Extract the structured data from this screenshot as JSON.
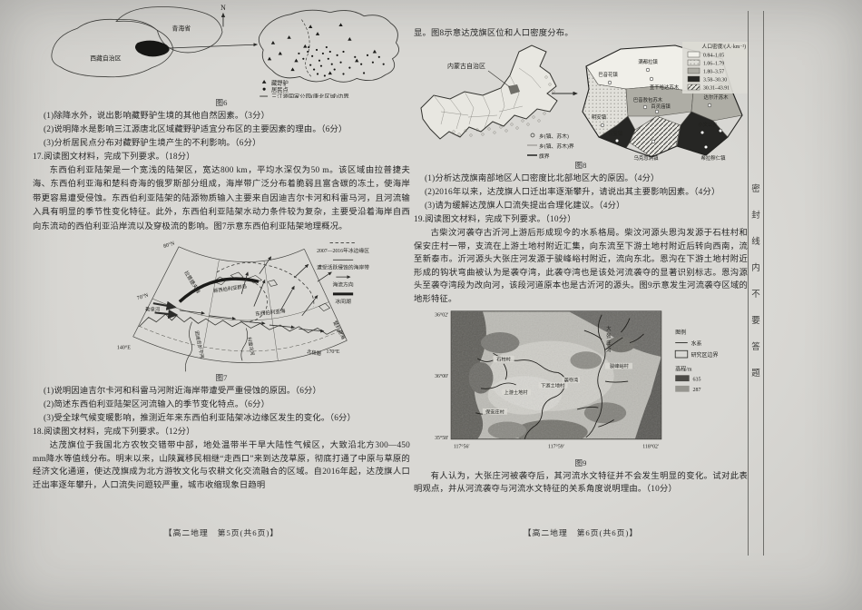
{
  "doc": {
    "left": {
      "q16_parts": [
        "(1)除降水外，说出影响藏野驴生境的其他自然因素。（3分）",
        "(2)说明降水是影响三江源唐北区域藏野驴适宜分布区的主要因素的理由。（6分）",
        "(3)分析居民点分布对藏野驴生境产生的不利影响。（6分）"
      ],
      "q17_heading": "17.阅读图文材料，完成下列要求。（18分）",
      "q17_para": "东西伯利亚陆架是一个宽浅的陆架区，宽达800 km，平均水深仅为50 m。该区域由拉普捷夫海、东西伯利亚海和楚科奇海的俄罗斯部分组成，海岸带广泛分布着脆弱且富含碳的冻土，使海岸带更容易遭受侵蚀。东西伯利亚陆架的陆源物质输入主要来自因迪吉尔卡河和科雷马河，且河流输入具有明显的季节性变化特征。此外，东西伯利亚陆架水动力条件较为复杂，主要受沿着海岸自西向东流动的西伯利亚沿岸流以及穿极流的影响。图7示意东西伯利亚陆架地理概况。",
      "q17_parts": [
        "(1)说明因迪吉尔卡河和科雷马河附近海岸带遭受严重侵蚀的原因。（6分）",
        "(2)简述东西伯利亚陆架区河流输入的季节变化特点。（6分）",
        "(3)受全球气候变暖影响，推测近年来东西伯利亚陆架冰边缘区发生的变化。（6分）"
      ],
      "q18_heading": "18.阅读图文材料，完成下列要求。（12分）",
      "q18_para": "达茂旗位于我国北方农牧交错带中部，地处温带半干旱大陆性气候区，大致沿北方300—450 mm降水等值线分布。明末以来，山陕冀移民相继“走西口”来到达茂草原，彻底打通了中原与草原的经济文化通道，使达茂旗成为北方游牧文化与农耕文化交流融合的区域。自2016年起，达茂旗人口迁出率逐年攀升，人口流失问题较严重，城市收缩现象日趋明",
      "footer": "【高二地理　第5页(共6页)】"
    },
    "right": {
      "intro": "显。图8示意达茂旗区位和人口密度分布。",
      "q18_parts": [
        "(1)分析达茂旗南部地区人口密度比北部地区大的原因。（4分）",
        "(2)2016年以来，达茂旗人口迁出率逐渐攀升，请说出其主要影响因素。（4分）",
        "(3)请为缓解达茂旗人口流失提出合理化建议。（4分）"
      ],
      "q19_heading": "19.阅读图文材料，完成下列要求。（10分）",
      "q19_para": "古柴汶河袭夺古沂河上游后形成现今的水系格局。柴汶河源头恩沟发源于石柱村和保安庄村一带，支流在上游土地村附近汇集，向东流至下游土地村附近后转向西南，流至新泰市。沂河源头大张庄河发源于骏峰峪村附近，流向东北。恩沟在下游土地村附近形成的钩状弯曲被认为是袭夺湾，此袭夺湾也是该处河流袭夺的显著识别标志。恩沟源头至袭夺湾段为改向河，该段河道原本也是古沂河的源头。图9示意发生河流袭夺区域的地形特征。",
      "q19_final": "有人认为，大张庄河被袭夺后，其河流水文特征并不会发生明显的变化。试对此表明观点，并从河流袭夺与河流水文特征的关系角度说明理由。（10分）",
      "footer": "【高二地理　第6页(共6页)】"
    },
    "seal": [
      "密",
      "封",
      "线",
      "内",
      "不",
      "要",
      "答",
      "题"
    ]
  },
  "fig6": {
    "caption": "图6",
    "north": "N",
    "tibet": "西藏自治区",
    "qinghai": "青海省",
    "legend": [
      "藏野驴",
      "居民点",
      "三江源国家公园(唐北区域)边界"
    ]
  },
  "fig7": {
    "caption": "图7",
    "legend": [
      "2007—2016年冰边缘区",
      "遭受活跃侵蚀的海岸带",
      "海流方向",
      "冰间湖"
    ],
    "lat80": "80°N",
    "lat70": "70°N",
    "lon140": "140°E",
    "lon170": "170°E",
    "laptev": "拉普捷夫海",
    "new_siberian_is": "新西伯利亚群岛",
    "east_siberian_sea": "东西伯利亚海",
    "chukchi_sea": "楚科奇海",
    "lena": "勒拿河",
    "indigirka": "因迪吉尔卡河",
    "kolyma": "科雷马河",
    "arctic_circle": "北极圈"
  },
  "fig8": {
    "caption": "图8",
    "region": "内蒙古自治区",
    "density_title": "人口密度/(人·km⁻²)",
    "density_classes": [
      "0.84–1.05",
      "1.06–1.79",
      "1.80–3.57",
      "3.58–30.30",
      "30.31–43.91"
    ],
    "symbols": [
      "乡(镇、苏木)",
      "乡(镇、苏木)界",
      "旗界"
    ],
    "towns": [
      "满都拉镇",
      "巴音花镇",
      "查干哈达苏木",
      "巴音敖包苏木",
      "达尔汗苏木",
      "明安镇",
      "百灵庙镇",
      "小文公乡",
      "石宝镇",
      "乌克忽洞镇",
      "希拉穆仁镇"
    ]
  },
  "fig9": {
    "caption": "图9",
    "lat": [
      "36°02′",
      "36°00′",
      "35°58′"
    ],
    "lon": [
      "117°56′",
      "117°59′",
      "118°02′"
    ],
    "villages": [
      "石柱村",
      "骏峰峪村",
      "下游土地村",
      "上游土地村",
      "保安庄村",
      "袭夺湾"
    ],
    "river_chars": [
      "大",
      "张",
      "庄",
      "河"
    ],
    "legend_title": "图例",
    "legend_items": [
      "水系",
      "研究区边界"
    ],
    "elev_title": "高程/m",
    "elev_values": [
      "635",
      "287"
    ]
  },
  "colors": {
    "paper": "#d3d2ce",
    "ink": "#262626"
  }
}
